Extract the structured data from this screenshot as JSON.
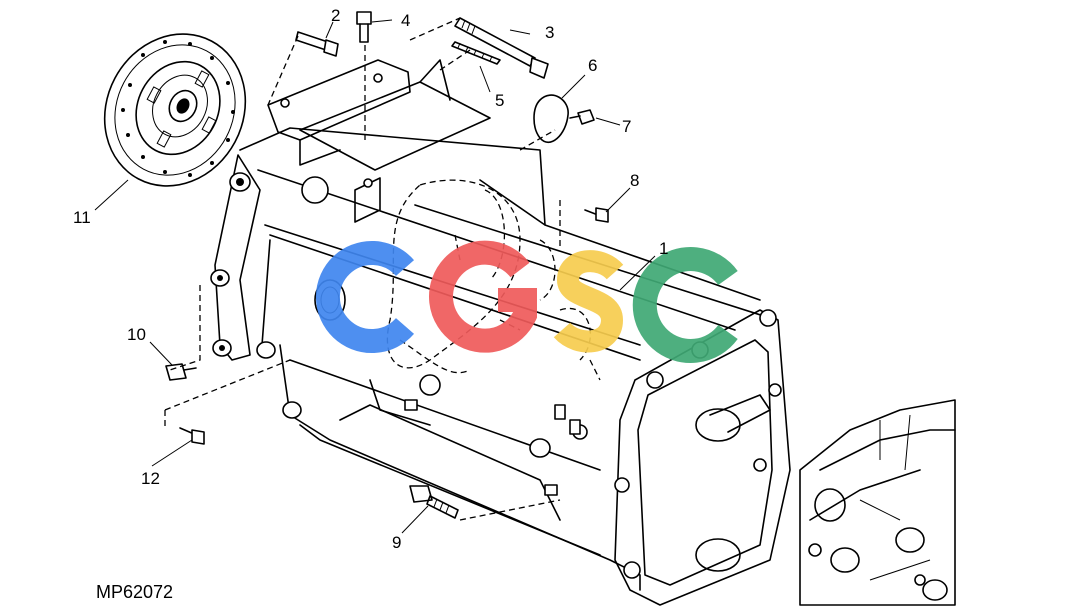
{
  "figure_code": "MP62072",
  "callouts": [
    "1",
    "2",
    "3",
    "4",
    "5",
    "6",
    "7",
    "8",
    "9",
    "10",
    "11",
    "12"
  ],
  "watermark": {
    "text": "CGSC",
    "letters": [
      {
        "char": "C",
        "color": "#3f86ef"
      },
      {
        "char": "G",
        "color": "#ef5a5a"
      },
      {
        "char": "S",
        "color": "#f6cc4e"
      },
      {
        "char": "C",
        "color": "#3fa874"
      }
    ]
  }
}
